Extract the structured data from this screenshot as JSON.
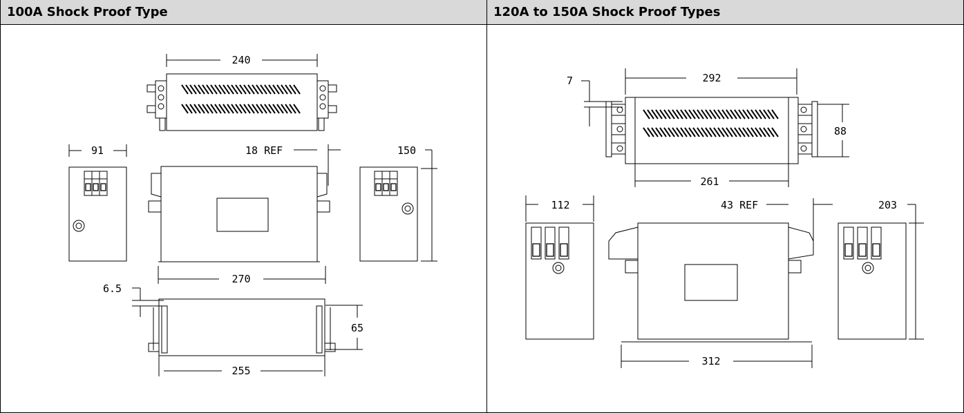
{
  "panels": [
    {
      "title": "100A Shock Proof Type",
      "dims": {
        "top_width": "240",
        "side_width": "91",
        "ref": "18 REF",
        "height": "150",
        "front_width": "270",
        "bottom_offset": "6.5",
        "bottom_height": "65",
        "bottom_width": "255"
      }
    },
    {
      "title": "120A to 150A Shock Proof Types",
      "dims": {
        "offset": "7",
        "top_width": "292",
        "top_height": "88",
        "inner_width": "261",
        "side_width": "112",
        "ref": "43 REF",
        "height": "203",
        "front_width": "312"
      }
    }
  ],
  "colors": {
    "header_bg": "#d9d9d9",
    "line": "#000000"
  }
}
